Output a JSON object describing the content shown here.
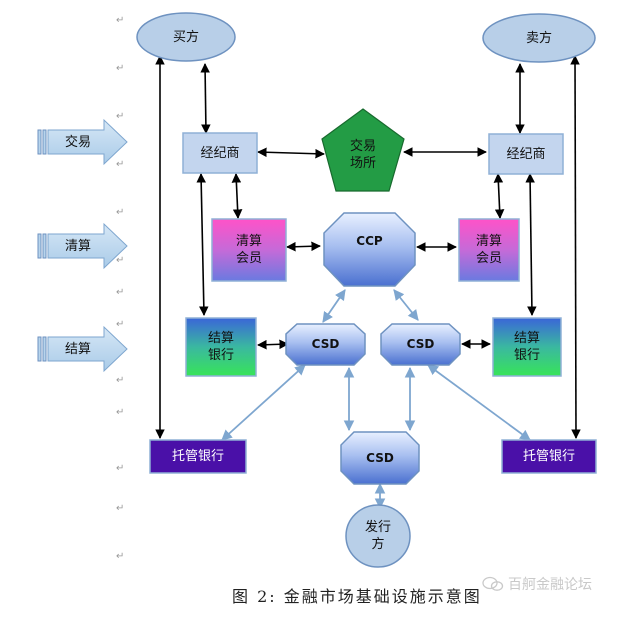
{
  "nodes": {
    "buyer": "买方",
    "seller": "卖方",
    "broker_left": "经纪商",
    "broker_right": "经纪商",
    "exchange": "交易\n场所",
    "clearing_member_left": "清算\n会员",
    "clearing_member_right": "清算\n会员",
    "ccp": "CCP",
    "settlement_bank_left": "结算\n银行",
    "settlement_bank_right": "结算\n银行",
    "csd_left": "CSD",
    "csd_right": "CSD",
    "csd_bottom": "CSD",
    "custodian_left": "托管银行",
    "custodian_right": "托管银行",
    "issuer": "发行\n方"
  },
  "stages": [
    "交易",
    "清算",
    "结算"
  ],
  "caption": "图 2: 金融市场基础设施示意图",
  "watermark": "百舸金融论坛",
  "paragraph_mark": "↵",
  "colors": {
    "ellipse_fill": "#b8cfe8",
    "ellipse_stroke": "#6e92c0",
    "broker_fill": "#c3d5ee",
    "exchange_fill": "#239c45",
    "custodian_fill": "#4a10a8",
    "arrow_black": "#000000",
    "arrow_blue": "#7ea6cf",
    "stage_arrow": "#b7d4ec"
  }
}
